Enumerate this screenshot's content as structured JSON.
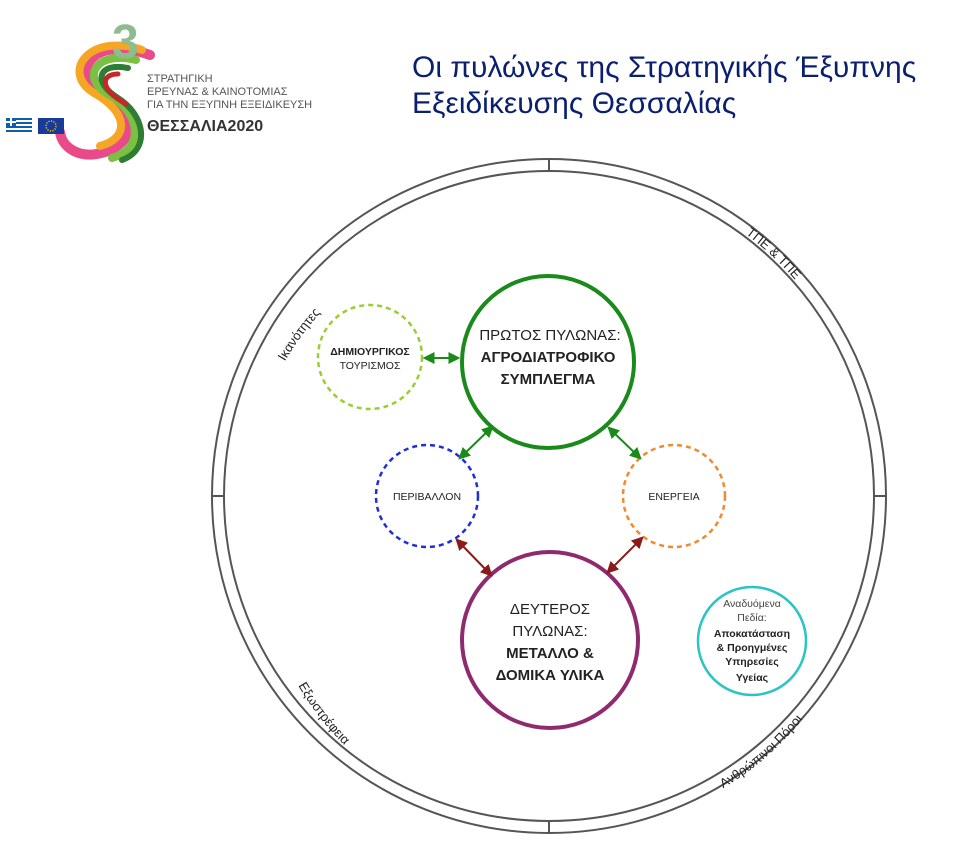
{
  "title": {
    "line1": "Οι πυλώνες της Στρατηγικής Έξυπνης",
    "line2": "Εξειδίκευσης  Θεσσαλίας"
  },
  "logo": {
    "number": "3",
    "line1": "ΣΤΡΑΤΗΓΙΚΗ",
    "line2": "ΕΡΕΥΝΑΣ & ΚΑΙΝΟΤΟΜΙΑΣ",
    "line3": "ΓΙΑ ΤΗΝ ΕΞΥΠΝΗ ΕΞΕΙΔΙΚΕΥΣΗ",
    "brand": "ΘΕΣΣΑΛΙΑ2020",
    "icons": [
      "greece-flag-icon",
      "eu-flag-icon"
    ]
  },
  "outer_labels": {
    "top_left": "Ικανότητες",
    "top_right": "ΤΠΕ & ΤΠΕ",
    "bottom_left": "Εξωστρέφεια",
    "bottom_right": "Ανθρώπινοι Πόροι"
  },
  "pillars": {
    "first": {
      "line1": "ΠΡΩΤΟΣ ΠΥΛΩΝΑΣ:",
      "line2": "ΑΓΡΟΔΙΑΤΡΟΦΙΚΟ",
      "line3": "ΣΥΜΠΛΕΓΜΑ",
      "color": "#1a8a1a"
    },
    "second": {
      "line1": "ΔΕΥΤΕΡΟΣ",
      "line2": "ΠΥΛΩΝΑΣ:",
      "line3": "ΜΕΤΑΛΛΟ &",
      "line4": "ΔΟΜΙΚΑ ΥΛΙΚΑ",
      "color": "#8e2b6e"
    }
  },
  "satellites": {
    "tourism": {
      "line1": "ΔΗΜΙΟΥΡΓΙΚΟΣ",
      "line2": "ΤΟΥΡΙΣΜΟΣ",
      "color": "#9acd32"
    },
    "environment": {
      "label": "ΠΕΡΙΒΑΛΛΟΝ",
      "color": "#1f2fd6"
    },
    "energy": {
      "label": "ΕΝΕΡΓΕΙΑ",
      "color": "#f08a30"
    },
    "emerging": {
      "line1": "Αναδυόμενα",
      "line2": "Πεδία:",
      "line3": "Αποκατάσταση",
      "line4": "& Προηγμένες",
      "line5": "Υπηρεσίες",
      "line6": "Υγείας",
      "color": "#2bc3c3"
    }
  },
  "colors": {
    "ring": "#555555",
    "green_arrow": "#1a8a1a",
    "red_arrow": "#8b1a1a",
    "title": "#0a1f6e"
  }
}
